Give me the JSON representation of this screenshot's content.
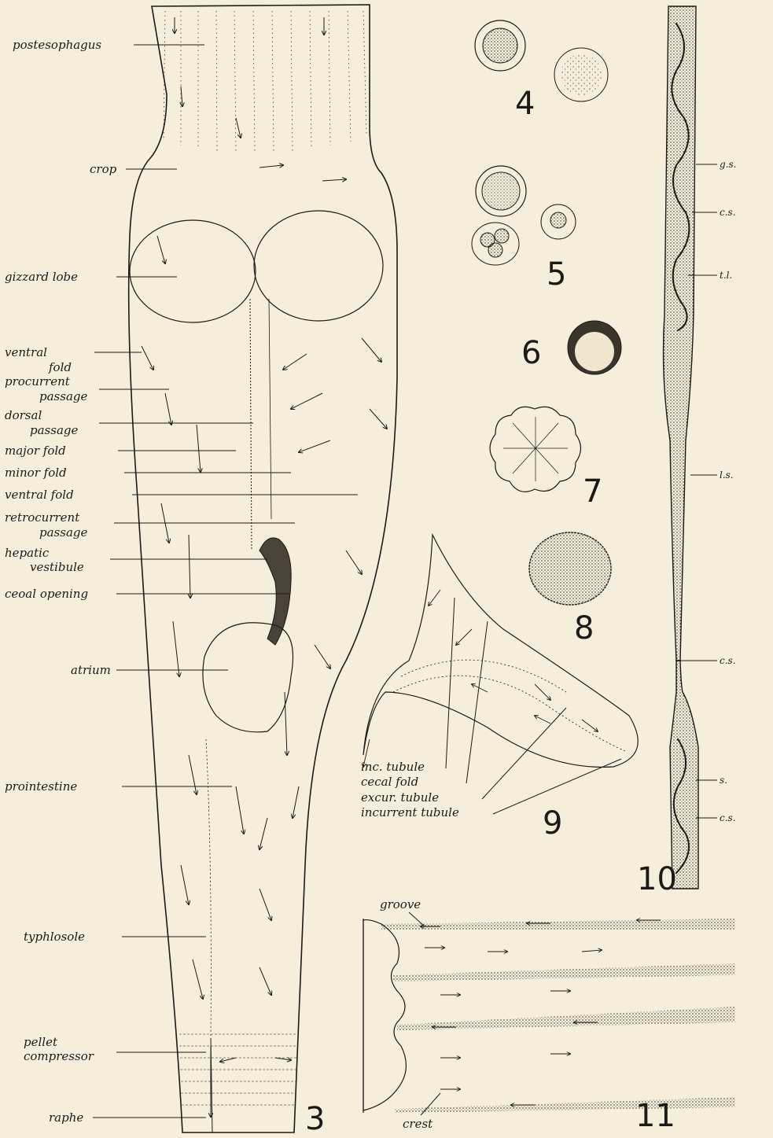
{
  "figures": {
    "fig3": {
      "number": "3",
      "labels": {
        "postesophagus": "postesophagus",
        "crop": "crop",
        "gizzard_lobe": "gizzard lobe",
        "ventral_fold_1a": "ventral",
        "ventral_fold_1b": "fold",
        "procurrent_a": "procurrent",
        "procurrent_b": "passage",
        "dorsal_a": "dorsal",
        "dorsal_b": "passage",
        "major_fold": "major fold",
        "minor_fold": "minor fold",
        "ventral_fold_2": "ventral fold",
        "retrocurrent_a": "retrocurrent",
        "retrocurrent_b": "passage",
        "hepatic_a": "hepatic",
        "hepatic_b": "vestibule",
        "cecal_opening": "ceoal opening",
        "atrium": "atrium",
        "prointestine": "prointestine",
        "typhlosole": "typhlosole",
        "pellet_a": "pellet",
        "pellet_b": "compressor",
        "raphe": "raphe"
      }
    },
    "fig4": {
      "number": "4"
    },
    "fig5": {
      "number": "5"
    },
    "fig6": {
      "number": "6"
    },
    "fig7": {
      "number": "7"
    },
    "fig8": {
      "number": "8"
    },
    "fig9": {
      "number": "9",
      "labels": {
        "inc_tubule": "inc. tubule",
        "cecal_fold": "cecal fold",
        "excur_tubule": "excur. tubule",
        "incurrent_tubule": "incurrent tubule"
      }
    },
    "fig10": {
      "number": "10",
      "labels": {
        "gs": "g.s.",
        "cs1": "c.s.",
        "tl": "t.l.",
        "ls": "l.s.",
        "cs2": "c.s.",
        "s": "s.",
        "cs3": "c.s."
      }
    },
    "fig11": {
      "number": "11",
      "labels": {
        "groove": "groove",
        "crest": "crest"
      }
    }
  },
  "colors": {
    "paper": "#f4eedb",
    "ink": "#1c1a16"
  }
}
